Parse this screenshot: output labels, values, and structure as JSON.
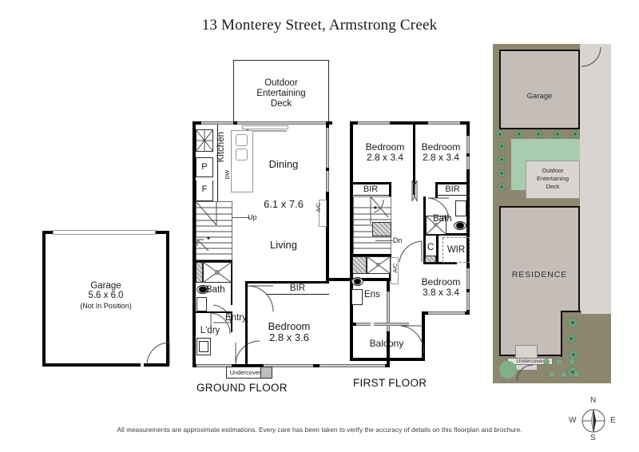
{
  "title": "13 Monterey Street, Armstrong Creek",
  "footer": "All measurements are approximate estimations. Every care has been taken to verify the accuracy of details on this floorplan and brochure.",
  "floors": {
    "ground": {
      "label": "GROUND FLOOR",
      "rooms": {
        "deck": "Outdoor\nEntertaining\nDeck",
        "deck_l1": "Outdoor",
        "deck_l2": "Entertaining",
        "deck_l3": "Deck",
        "kitchen": "Kitchen",
        "dishwasher": "DW",
        "pantry": "P",
        "fridge": "F",
        "dining": "Dining",
        "living_dims": "6.1 x 7.6",
        "living": "Living",
        "aircon": "A/C",
        "stairs_up": "Up",
        "bath": "Bath",
        "laundry": "L'dry",
        "entry": "Entry",
        "bir": "BIR",
        "bedroom": "Bedroom",
        "bedroom_dims": "2.8 x 3.6",
        "undercover": "Undercover"
      }
    },
    "first": {
      "label": "FIRST FLOOR",
      "rooms": {
        "bed2": "Bedroom",
        "bed2_dims": "2.8 x 3.4",
        "bed3": "Bedroom",
        "bed3_dims": "2.8 x 3.4",
        "bir_left": "BIR",
        "bir_right": "BIR",
        "bath": "Bath",
        "cupboard": "C",
        "wir": "WIR",
        "ensuite": "Ens",
        "master": "Bedroom",
        "master_dims": "3.8 x 3.4",
        "balcony": "Balcony",
        "aircon": "A/C",
        "stairs_down": "Dn"
      }
    },
    "detached_garage": {
      "name": "Garage",
      "dims": "5.6 x 6.0",
      "note": "(Not In Position)"
    }
  },
  "site_plan": {
    "garage": "Garage",
    "deck_l1": "Outdoor",
    "deck_l2": "Entertaining",
    "deck_l3": "Deck",
    "residence": "RESIDENCE",
    "undercover": "Undercover"
  },
  "compass": {
    "n": "N",
    "e": "E",
    "s": "S",
    "w": "W"
  },
  "colors": {
    "wall": "#000000",
    "window": "#c9c9c9",
    "grass": "#a8cdae",
    "garden_bed": "#8e8770",
    "hardscape": "#c5bdb7",
    "path": "#d8d4d0",
    "shrub": "#7fb088"
  }
}
